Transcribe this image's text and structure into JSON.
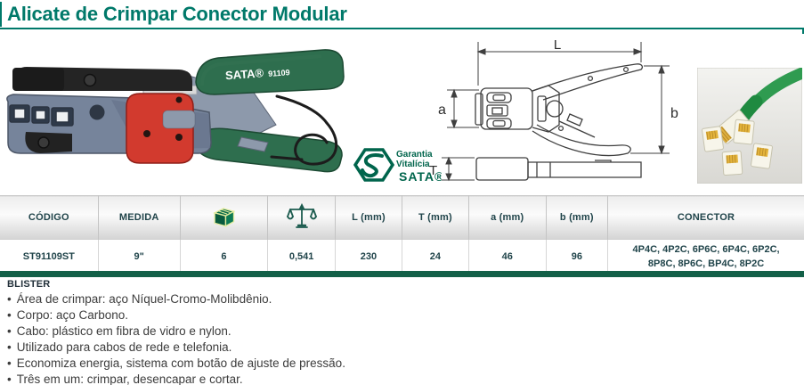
{
  "header": {
    "title": "Alicate de Crimpar Conector Modular"
  },
  "product": {
    "brand": "SATA®",
    "model": "91109"
  },
  "warranty": {
    "line1": "Garantia",
    "line2": "Vitalícia",
    "brand": "SATA®"
  },
  "drawing": {
    "labels": {
      "length": "L",
      "height_a": "a",
      "height_b": "b",
      "thickness": "T"
    }
  },
  "table": {
    "headers": [
      {
        "label": "CÓDIGO"
      },
      {
        "label": "MEDIDA"
      },
      {
        "icon": "package-icon"
      },
      {
        "icon": "scale-icon"
      },
      {
        "label": "L (mm)"
      },
      {
        "label": "T (mm)"
      },
      {
        "label": "a (mm)"
      },
      {
        "label": "b (mm)"
      },
      {
        "label": "CONECTOR"
      }
    ],
    "rows": [
      {
        "codigo": "ST91109ST",
        "medida": "9\"",
        "qty": "6",
        "weight": "0,541",
        "l": "230",
        "t": "24",
        "a": "46",
        "b": "96",
        "conector": "4P4C, 4P2C, 6P6C, 6P4C, 6P2C, 8P8C, 8P6C, BP4C, 8P2C"
      }
    ]
  },
  "packaging": {
    "label": "BLISTER"
  },
  "features": [
    "Área de crimpar: aço Níquel-Cromo-Molibdênio.",
    "Corpo: aço Carbono.",
    "Cabo: plástico em fibra de vidro e nylon.",
    "Utilizado para cabos de rede e telefonia.",
    "Economiza energia, sistema com botão de ajuste de pressão.",
    "Três em um: crimpar, desencapar e cortar."
  ],
  "colors": {
    "accent_teal": "#00796a",
    "table_text": "#20444a",
    "bar_green": "#136048",
    "handle_green": "#2e6e4e",
    "red_part": "#d23a2e",
    "cable_green": "#2f9b50"
  }
}
